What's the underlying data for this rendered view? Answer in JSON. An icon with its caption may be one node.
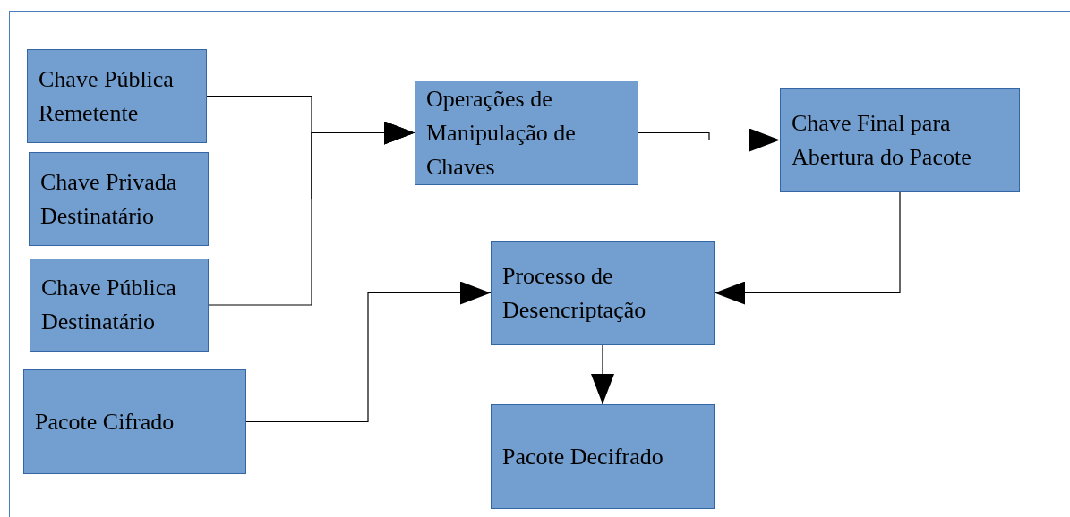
{
  "diagram": {
    "nodes": [
      {
        "text": [
          "Chave Pública Remetente"
        ]
      },
      {
        "text": [
          "Chave Privada Destinatário"
        ]
      },
      {
        "text": [
          "Chave Pública Destinatário"
        ]
      },
      {
        "text": [
          "Pacote Cifrado"
        ]
      },
      {
        "text": [
          "Operações de Manipulação de Chaves"
        ]
      },
      {
        "text": [
          "Chave Final para Abertura do Pacote"
        ]
      },
      {
        "text": [
          "Processo de Desencriptação"
        ]
      },
      {
        "text": [
          "Pacote Decifrado"
        ]
      }
    ],
    "edges": [
      {
        "from": 0,
        "to": 4,
        "arrow": "to"
      },
      {
        "from": 1,
        "to": 4,
        "arrow": "to"
      },
      {
        "from": 2,
        "to": 4,
        "arrow": "to"
      },
      {
        "from": 4,
        "to": 5,
        "arrow": "to"
      },
      {
        "from": 5,
        "to": 6,
        "arrow": "to"
      },
      {
        "from": 3,
        "to": 6,
        "arrow": "to"
      },
      {
        "from": 6,
        "to": 7,
        "arrow": "to"
      }
    ]
  }
}
